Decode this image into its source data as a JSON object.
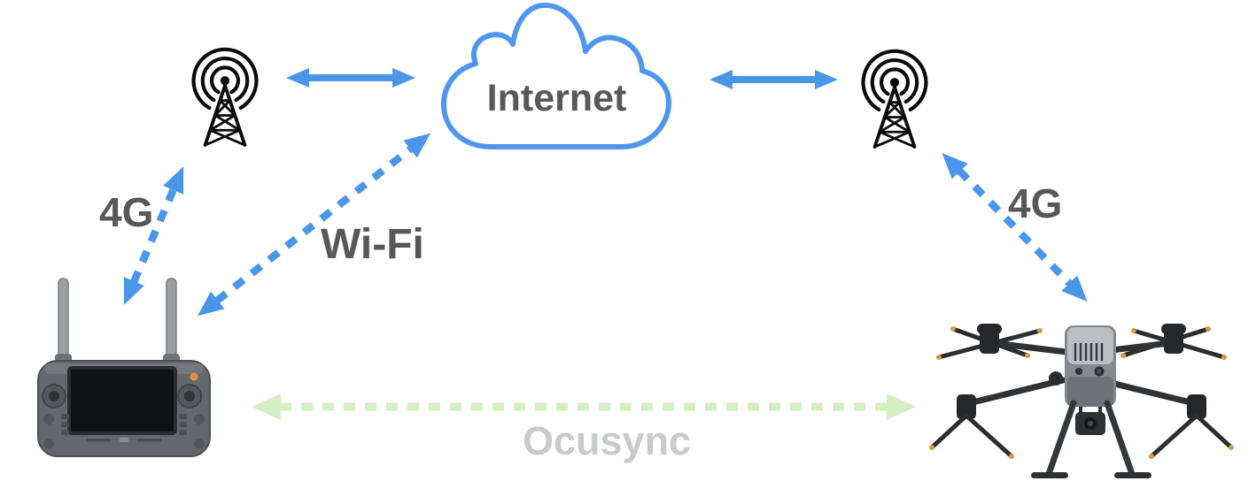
{
  "diagram": {
    "labels": {
      "internet": "Internet",
      "left_4g": "4G",
      "wifi": "Wi-Fi",
      "right_4g": "4G",
      "ocusync": "Ocusync"
    },
    "nodes": [
      {
        "id": "cell-tower-left",
        "type": "cell-tower-icon"
      },
      {
        "id": "internet-cloud",
        "type": "cloud",
        "label": "Internet"
      },
      {
        "id": "cell-tower-right",
        "type": "cell-tower-icon"
      },
      {
        "id": "remote-controller",
        "type": "dji-remote-controller-image"
      },
      {
        "id": "drone",
        "type": "dji-drone-image"
      }
    ],
    "links": [
      {
        "from": "cell-tower-left",
        "to": "internet-cloud",
        "style": "solid-double-arrow",
        "color": "blue",
        "label": ""
      },
      {
        "from": "internet-cloud",
        "to": "cell-tower-right",
        "style": "solid-double-arrow",
        "color": "blue",
        "label": ""
      },
      {
        "from": "remote-controller",
        "to": "cell-tower-left",
        "style": "dashed-double-arrow",
        "color": "blue",
        "label": "4G"
      },
      {
        "from": "remote-controller",
        "to": "internet-cloud",
        "style": "dashed-double-arrow",
        "color": "blue",
        "label": "Wi-Fi"
      },
      {
        "from": "cell-tower-right",
        "to": "drone",
        "style": "dashed-double-arrow",
        "color": "blue",
        "label": "4G"
      },
      {
        "from": "remote-controller",
        "to": "drone",
        "style": "dashed-double-arrow",
        "color": "green",
        "label": "Ocusync"
      }
    ],
    "colors": {
      "arrow_blue": "#4a96e8",
      "cloud_stroke": "#4f97ed",
      "label_dark": "#58585a",
      "label_light": "#c9cacc",
      "ocusync_green": "#d5eec2",
      "tower_black": "#0b0b0b"
    }
  }
}
